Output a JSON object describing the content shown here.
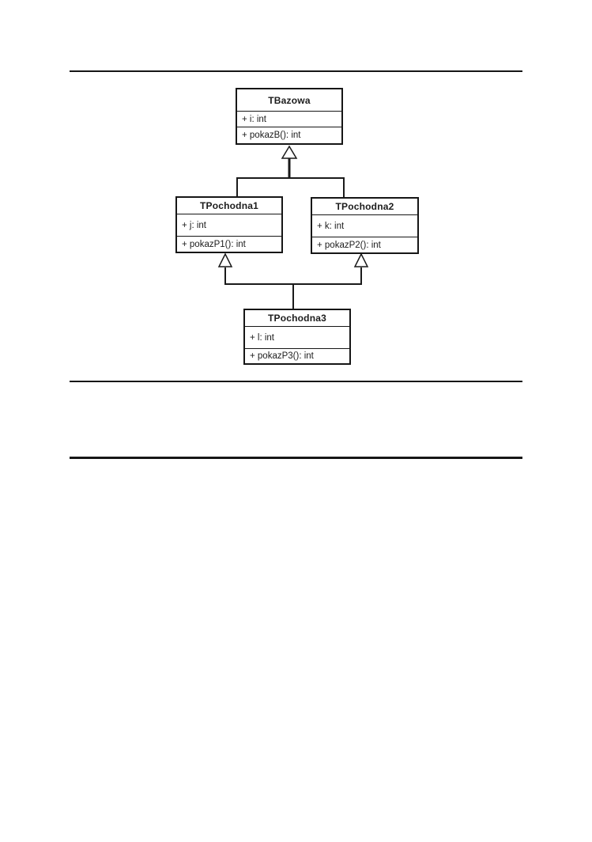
{
  "diagram": {
    "classes": [
      {
        "name": "TBazowa",
        "attributes": [
          "+ i: int"
        ],
        "methods": [
          "+ pokazB(): int"
        ]
      },
      {
        "name": "TPochodna1",
        "attributes": [
          "+ j: int"
        ],
        "methods": [
          "+ pokazP1(): int"
        ]
      },
      {
        "name": "TPochodna2",
        "attributes": [
          "+ k: int"
        ],
        "methods": [
          "+ pokazP2(): int"
        ]
      },
      {
        "name": "TPochodna3",
        "attributes": [
          "+ l: int"
        ],
        "methods": [
          "+ pokazP3(): int"
        ]
      }
    ],
    "relationships": [
      {
        "type": "generalization",
        "from": "TPochodna1",
        "to": "TBazowa"
      },
      {
        "type": "generalization",
        "from": "TPochodna2",
        "to": "TBazowa"
      },
      {
        "type": "generalization",
        "from": "TPochodna3",
        "to": "TPochodna1"
      },
      {
        "type": "generalization",
        "from": "TPochodna3",
        "to": "TPochodna2"
      }
    ],
    "colors": {
      "ink": "#1a1a1a",
      "paper": "#ffffff"
    }
  }
}
